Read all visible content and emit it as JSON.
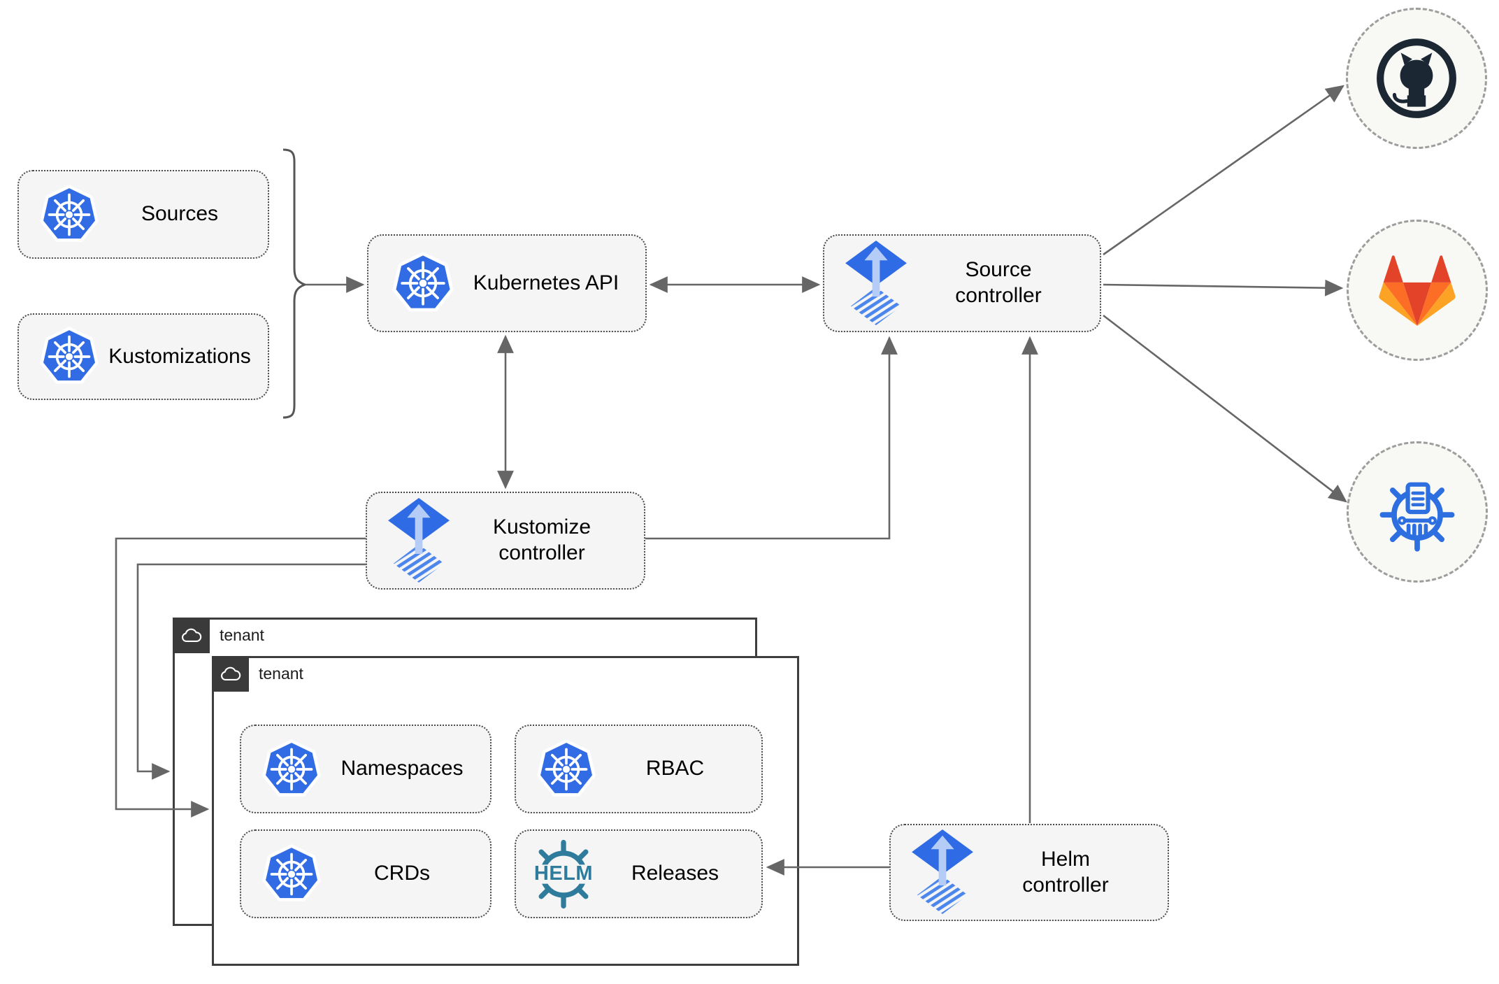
{
  "palette": {
    "kubernetes_blue": "#326CE5",
    "flux_blue": "#2F6BE4",
    "flux_arrow_light": "#B5CDF6",
    "flux_stripe_blue": "#4C86EC",
    "helm_teal": "#2E7B9C",
    "github_dark": "#1B2733",
    "gitlab_orange_dark": "#E24329",
    "gitlab_orange": "#FC6D26",
    "gitlab_orange_light": "#FCA326",
    "chartmuseum_blue": "#2D6FE0",
    "arrow_gray": "#666666",
    "box_fill": "#F5F5F5",
    "tenant_border": "#3E3E3E"
  },
  "nodes": {
    "sources": {
      "label": "Sources",
      "icon": "kubernetes-icon"
    },
    "kustomizations": {
      "label": "Kustomizations",
      "icon": "kubernetes-icon"
    },
    "kubernetes_api": {
      "label": "Kubernetes API",
      "icon": "kubernetes-icon"
    },
    "source_controller": {
      "label": "Source controller",
      "lines": [
        "Source",
        "controller"
      ],
      "icon": "flux-icon"
    },
    "kustomize_controller": {
      "label": "Kustomize controller",
      "lines": [
        "Kustomize",
        "controller"
      ],
      "icon": "flux-icon"
    },
    "helm_controller": {
      "label": "Helm controller",
      "lines": [
        "Helm",
        "controller"
      ],
      "icon": "flux-icon"
    },
    "tenant_outer": {
      "label": "tenant",
      "icon": "cloud-icon"
    },
    "tenant_inner": {
      "label": "tenant",
      "icon": "cloud-icon"
    },
    "namespaces": {
      "label": "Namespaces",
      "icon": "kubernetes-icon"
    },
    "rbac": {
      "label": "RBAC",
      "icon": "kubernetes-icon"
    },
    "crds": {
      "label": "CRDs",
      "icon": "kubernetes-icon"
    },
    "releases": {
      "label": "Releases",
      "icon": "helm-icon",
      "icon_text": "HELM"
    }
  },
  "endpoints": {
    "github": {
      "icon": "github-icon"
    },
    "gitlab": {
      "icon": "gitlab-icon"
    },
    "chartmuseum": {
      "icon": "chartmuseum-icon"
    }
  },
  "edges": [
    {
      "from": "sources+kustomizations",
      "to": "kubernetes-api",
      "style": "arrow"
    },
    {
      "from": "kubernetes-api",
      "to": "source-controller",
      "style": "double-arrow"
    },
    {
      "from": "kubernetes-api",
      "to": "kustomize-controller",
      "style": "double-arrow"
    },
    {
      "from": "kustomize-controller",
      "to": "source-controller",
      "style": "arrow"
    },
    {
      "from": "helm-controller",
      "to": "source-controller",
      "style": "arrow"
    },
    {
      "from": "kustomize-controller",
      "to": "tenant-inner",
      "style": "arrow"
    },
    {
      "from": "kustomize-controller",
      "to": "tenant-outer",
      "style": "arrow"
    },
    {
      "from": "helm-controller",
      "to": "releases",
      "style": "arrow"
    },
    {
      "from": "source-controller",
      "to": "github",
      "style": "arrow"
    },
    {
      "from": "source-controller",
      "to": "gitlab",
      "style": "arrow"
    },
    {
      "from": "source-controller",
      "to": "chartmuseum",
      "style": "arrow"
    }
  ]
}
